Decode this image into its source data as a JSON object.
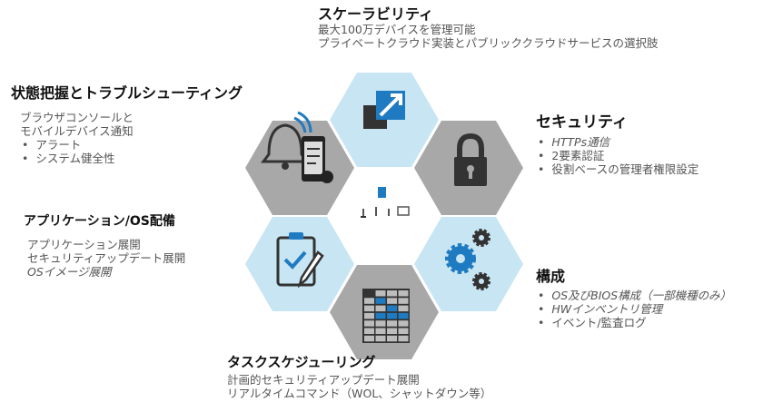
{
  "colors": {
    "hex_blue": "#c8e5f4",
    "hex_gray": "#a8a8a8",
    "icon_blue": "#1f7bc1",
    "icon_dark": "#3b3b3b"
  },
  "scalability": {
    "title": "スケーラビリティ",
    "lines": [
      "最大100万デバイスを管理可能",
      "プライベートクラウド実装とパブリッククラウドサービスの選択肢"
    ]
  },
  "monitoring": {
    "title": "状態把握とトラブルシューティング",
    "lines": [
      "ブラウザコンソールと",
      "モバイルデバイス通知"
    ],
    "bullets": [
      "アラート",
      "システム健全性"
    ]
  },
  "security": {
    "title": "セキュリティ",
    "bullets": [
      "HTTPs通信",
      "2要素認証",
      "役割ベースの管理者権限設定"
    ]
  },
  "deployment": {
    "title": "アプリケーション/OS配備",
    "lines": [
      "アプリケーション展開",
      "セキュリティアップデート展開",
      "OSイメージ展開"
    ]
  },
  "configuration": {
    "title": "構成",
    "bullets": [
      "OS及びBIOS構成（一部機種のみ）",
      "HWインベントリ管理",
      "イベント/監査ログ"
    ]
  },
  "scheduling": {
    "title": "タスクスケジューリング",
    "lines": [
      "計画的セキュリティアップデート展開",
      "リアルタイムコマンド（WOL、シャットダウン等）"
    ]
  }
}
